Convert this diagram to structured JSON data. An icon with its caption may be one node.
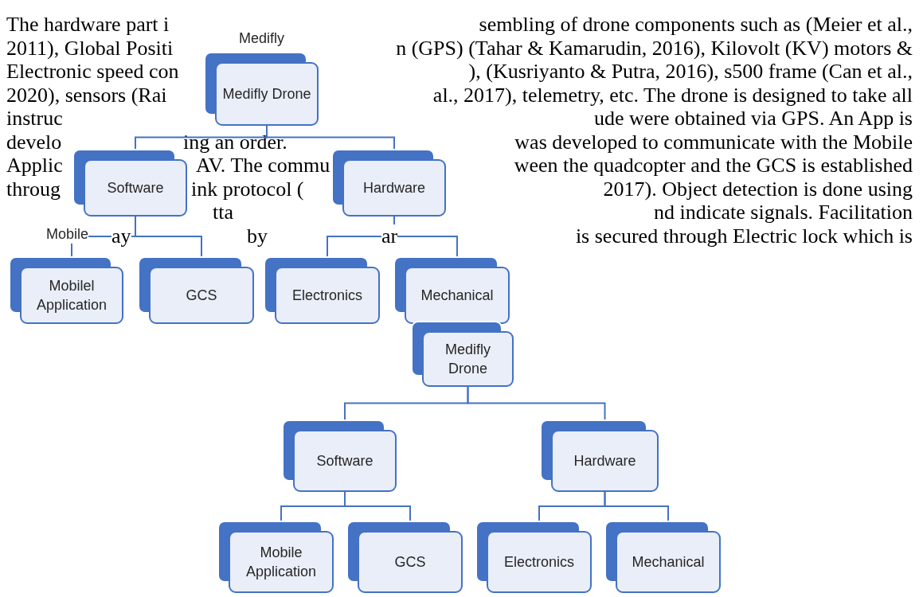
{
  "diagram": {
    "nodes": [
      {
        "text": [
          "Medifly Drone"
        ]
      },
      {
        "text": [
          "Software"
        ]
      },
      {
        "text": [
          "Hardware"
        ]
      },
      {
        "text": [
          "Mobilel Application"
        ]
      },
      {
        "text": [
          "GCS"
        ]
      },
      {
        "text": [
          "Electronics"
        ]
      },
      {
        "text": [
          "Mechanical"
        ]
      },
      {
        "text": [
          "Medifly Drone"
        ]
      },
      {
        "text": [
          "Software"
        ]
      },
      {
        "text": [
          "Hardware"
        ]
      },
      {
        "text": [
          "Mobile Application"
        ]
      },
      {
        "text": [
          "GCS"
        ]
      },
      {
        "text": [
          "Electronics"
        ]
      },
      {
        "text": [
          "Mechanical"
        ]
      }
    ],
    "edges": [
      {
        "from": 0,
        "to": 1,
        "arrow": "none"
      },
      {
        "from": 0,
        "to": 2,
        "arrow": "none"
      },
      {
        "from": 1,
        "to": 3,
        "arrow": "none"
      },
      {
        "from": 1,
        "to": 4,
        "arrow": "none"
      },
      {
        "from": 2,
        "to": 5,
        "arrow": "none"
      },
      {
        "from": 2,
        "to": 6,
        "arrow": "none"
      },
      {
        "from": 7,
        "to": 8,
        "arrow": "none"
      },
      {
        "from": 7,
        "to": 9,
        "arrow": "none"
      },
      {
        "from": 8,
        "to": 10,
        "arrow": "none"
      },
      {
        "from": 8,
        "to": 11,
        "arrow": "none"
      },
      {
        "from": 9,
        "to": 12,
        "arrow": "none"
      },
      {
        "from": 9,
        "to": 13,
        "arrow": "none"
      }
    ],
    "labels": [
      "The hardware part i",
      "Medifly",
      "sembling of drone components such as (Meier et al.,",
      "2011), Global Positi",
      "n (GPS) (Tahar & Kamarudin, 2016), Kilovolt (KV) motors &",
      "Electronic speed con",
      "), (Kusriyanto & Putra, 2016), s500 frame (Can et al.,",
      "2020), sensors (Rai",
      "al., 2017), telemetry, etc. The drone is designed to take all",
      "instruc",
      "ude were obtained via GPS. An App is",
      "develo",
      "ing an order.",
      "was developed to communicate with the Mobile",
      "Applic",
      "AV. The commu",
      "ween the quadcopter and the GCS is established",
      "throug",
      "ink protocol (",
      "2017). Object detection is done using",
      "tta",
      "nd indicate signals. Facilitation",
      "Mobile",
      "ay",
      "by",
      "ar",
      "is secured through Electric lock which is"
    ]
  }
}
